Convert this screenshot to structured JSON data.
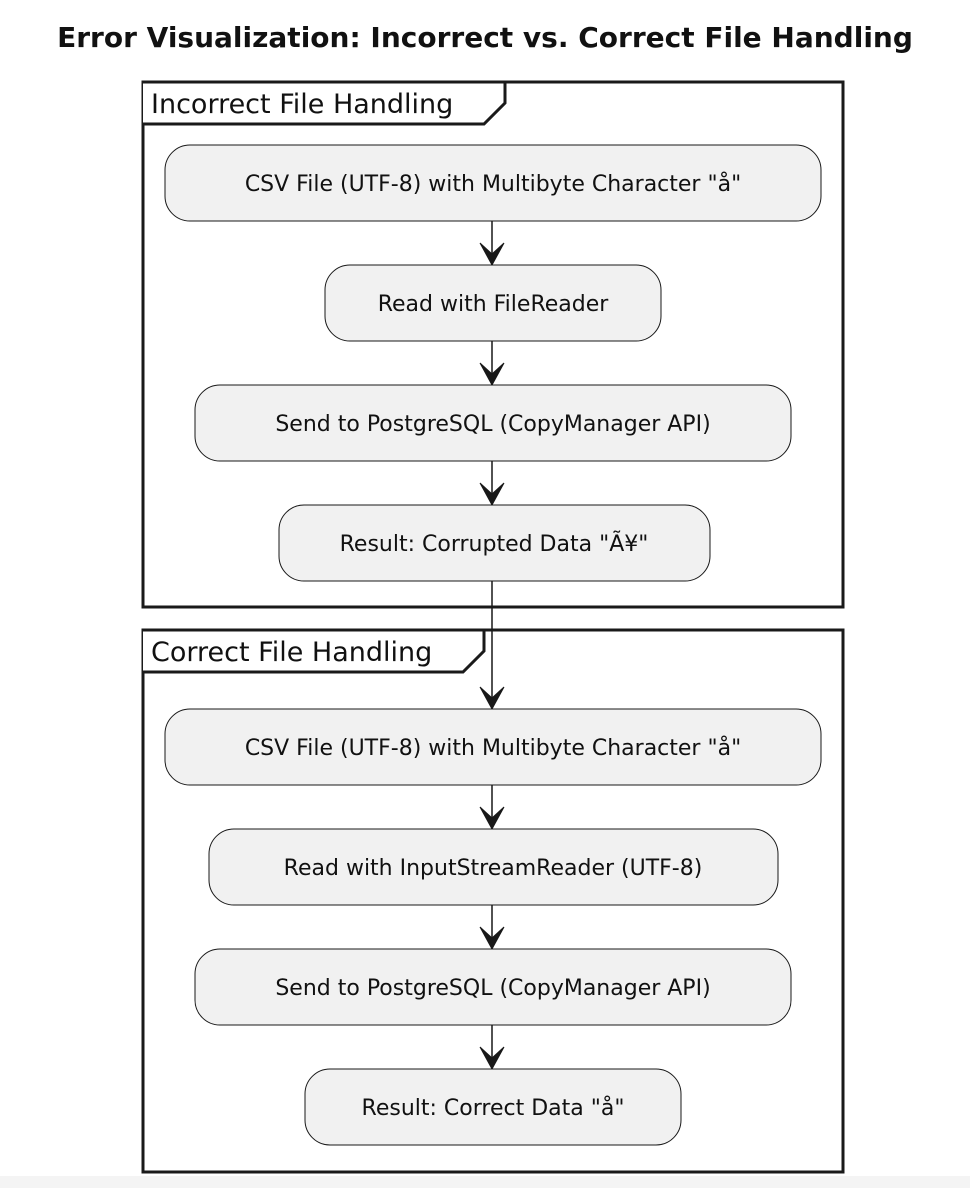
{
  "title": "Error Visualization: Incorrect vs. Correct File Handling",
  "partitions": [
    {
      "label": "Incorrect File Handling",
      "nodes": [
        "CSV File (UTF-8) with Multibyte Character \"å\"",
        "Read with FileReader",
        "Send to PostgreSQL (CopyManager API)",
        "Result: Corrupted Data \"Ã¥\""
      ]
    },
    {
      "label": "Correct File Handling",
      "nodes": [
        "CSV File (UTF-8) with Multibyte Character \"å\"",
        "Read with InputStreamReader (UTF-8)",
        "Send to PostgreSQL (CopyManager API)",
        "Result: Correct Data \"å\""
      ]
    }
  ],
  "colors": {
    "node_fill": "#f1f1f1",
    "stroke": "#181818",
    "background": "#ffffff"
  }
}
